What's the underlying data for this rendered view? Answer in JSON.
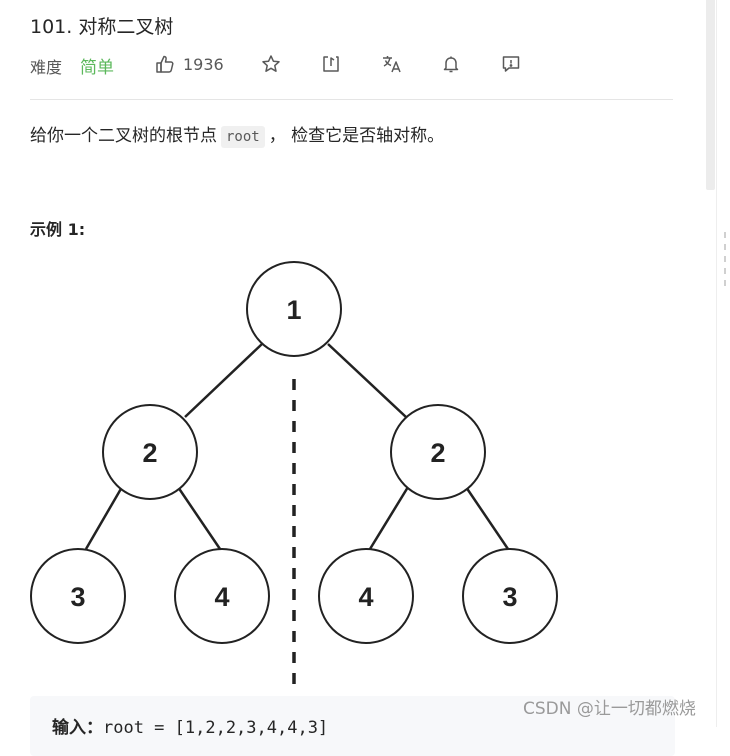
{
  "problem": {
    "title": "101. 对称二叉树",
    "difficulty_label": "难度",
    "difficulty": "简单",
    "likes": "1936",
    "description": {
      "before": "给你一个二叉树的根节点",
      "code": "root",
      "after": "， 检查它是否轴对称。"
    }
  },
  "toolbar": {
    "like_icon": "thumbs-up-icon",
    "star_icon": "star-icon",
    "share_icon": "share-icon",
    "translate_icon": "translate-icon",
    "bell_icon": "bell-icon",
    "feedback_icon": "feedback-icon"
  },
  "example": {
    "title": "示例 1:",
    "tree_values": [
      "1",
      "2",
      "2",
      "3",
      "4",
      "4",
      "3"
    ],
    "input_label": "输入：",
    "input_value": "root = [1,2,2,3,4,4,3]"
  },
  "watermark": "CSDN @让一切都燃烧",
  "colors": {
    "difficulty_easy": "#5cb85c",
    "text": "#262626",
    "muted": "#595959"
  }
}
